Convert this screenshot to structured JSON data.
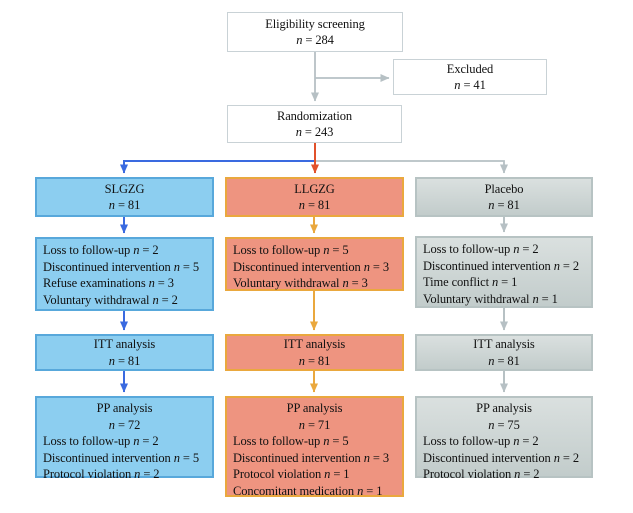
{
  "screening": {
    "title": "Eligibility screening",
    "n": "n = 284"
  },
  "excluded": {
    "title": "Excluded",
    "n": "n = 41"
  },
  "randomization": {
    "title": "Randomization",
    "n": "n = 243"
  },
  "arms": [
    {
      "name": "SLGZG",
      "n": "n = 81",
      "dropouts": [
        "Loss to follow-up n = 2",
        "Discontinued intervention n = 5",
        "Refuse examinations n = 3",
        "Voluntary withdrawal n = 2"
      ],
      "itt": {
        "title": "ITT analysis",
        "n": "n = 81"
      },
      "pp": {
        "title": "PP analysis",
        "n": "n = 72",
        "items": [
          "Loss to follow-up n = 2",
          "Discontinued intervention n = 5",
          "Protocol violation n = 2"
        ]
      },
      "fill": "#8ccef0",
      "border": "#58a8db",
      "arrow": "#3a6ae0"
    },
    {
      "name": "LLGZG",
      "n": "n = 81",
      "dropouts": [
        "Loss to follow-up n = 5",
        "Discontinued intervention n = 3",
        "Voluntary withdrawal n = 3"
      ],
      "itt": {
        "title": "ITT analysis",
        "n": "n = 81"
      },
      "pp": {
        "title": "PP analysis",
        "n": "n = 71",
        "items": [
          "Loss to follow-up n = 5",
          "Discontinued intervention n = 3",
          "Protocol violation n = 1",
          "Concomitant medication n = 1"
        ]
      },
      "fill": "#ee9480",
      "border": "#eaa83e",
      "arrow": "#eaa83e",
      "entry_arrow": "#e1512b"
    },
    {
      "name": "Placebo",
      "n": "n = 81",
      "dropouts": [
        "Loss to follow-up n = 2",
        "Discontinued intervention n = 2",
        "Time conflict n = 1",
        "Voluntary withdrawal n = 1"
      ],
      "itt": {
        "title": "ITT analysis",
        "n": "n = 81"
      },
      "pp": {
        "title": "PP analysis",
        "n": "n = 75",
        "items": [
          "Loss to follow-up n = 2",
          "Discontinued intervention n = 2",
          "Protocol violation n = 2"
        ]
      },
      "fill_top": "#dae0df",
      "fill_bottom": "#c2cccb",
      "border": "#b7c3c3",
      "arrow": "#afbabd"
    }
  ],
  "connector_gray": "#b6c0c4"
}
